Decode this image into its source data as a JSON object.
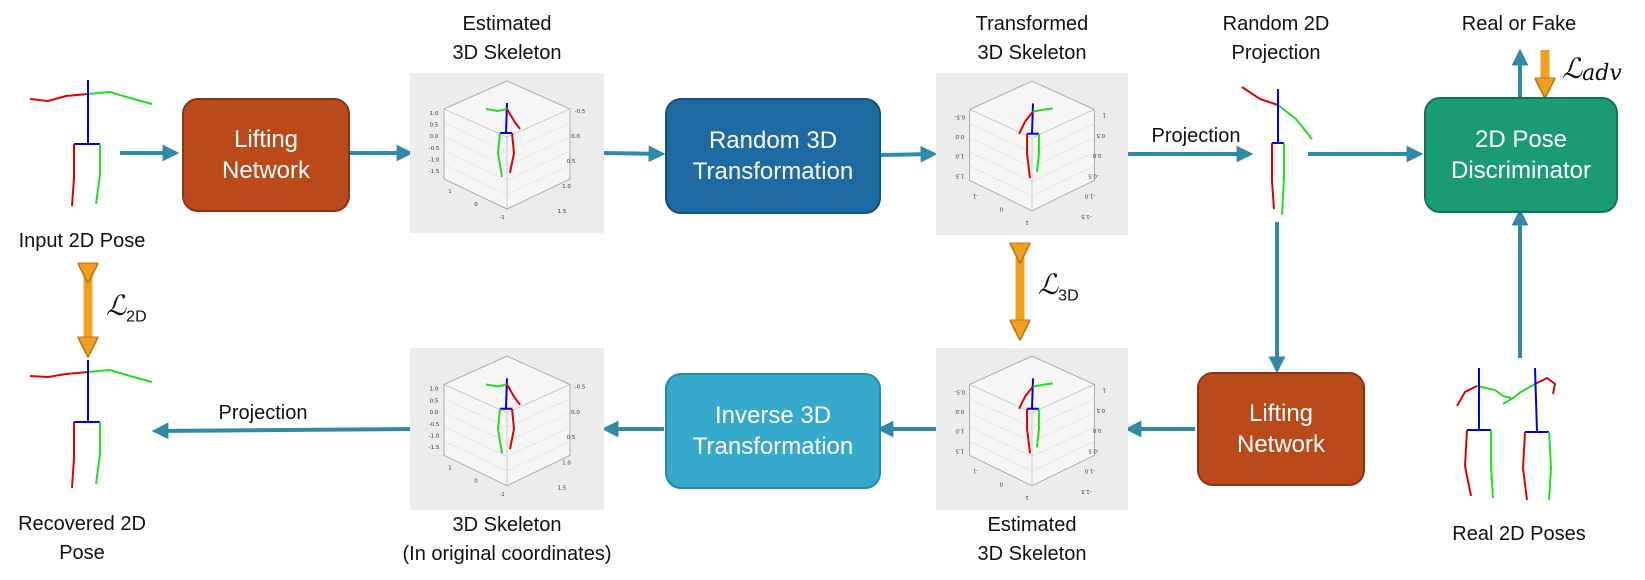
{
  "labels": {
    "input_2d_pose": "Input 2D Pose",
    "recovered_2d_pose": [
      "Recovered 2D",
      "Pose"
    ],
    "estimated_3d_skeleton_top": [
      "Estimated",
      "3D Skeleton"
    ],
    "transformed_3d_skeleton": [
      "Transformed",
      "3D Skeleton"
    ],
    "random_2d_projection": [
      "Random 2D",
      "Projection"
    ],
    "real_or_fake": "Real or Fake",
    "projection_top": "Projection",
    "projection_bottom": "Projection",
    "skeleton_original": [
      "3D Skeleton",
      "(In original coordinates)"
    ],
    "estimated_3d_skeleton_bottom": [
      "Estimated",
      "3D Skeleton"
    ],
    "real_2d_poses": "Real 2D Poses"
  },
  "boxes": {
    "lifting_network_top": [
      "Lifting",
      "Network"
    ],
    "random_3d_transformation": [
      "Random 3D",
      "Transformation"
    ],
    "pose_discriminator": [
      "2D Pose",
      "Discriminator"
    ],
    "inverse_3d_transformation": [
      "Inverse 3D",
      "Transformation"
    ],
    "lifting_network_bottom": [
      "Lifting",
      "Network"
    ]
  },
  "losses": {
    "l2d": {
      "symbol": "ℒ",
      "sub": "2D"
    },
    "l3d": {
      "symbol": "ℒ",
      "sub": "3D"
    },
    "ladv": {
      "symbol": "ℒ",
      "sub": "adv"
    }
  },
  "plot_ticks": {
    "estimated_top": {
      "left": [
        "1.0",
        "0.5",
        "0.0",
        "-0.5",
        "-1.0",
        "-1.5"
      ],
      "bottom": [
        "1",
        "0",
        "-1"
      ],
      "right": [
        "-0.5",
        "0.0",
        "0.5",
        "1.0",
        "1.5"
      ]
    },
    "transformed": {
      "left": [
        "0.5-",
        "0.0",
        "1.0",
        "1.5"
      ],
      "bottom": [
        "-1",
        "0",
        "1"
      ],
      "right": [
        "1",
        "0.5",
        "0.0",
        "-0.5",
        "-1.0",
        "-1.5"
      ]
    },
    "skeleton_original": {
      "left": [
        "1.0",
        "0.5",
        "0.0",
        "-0.5",
        "-1.0",
        "-1.5"
      ],
      "bottom": [
        "1",
        "0",
        "-1"
      ],
      "right": [
        "-0.5",
        "0.0",
        "0.5",
        "1.0",
        "1.5"
      ]
    },
    "estimated_bottom": {
      "left": [
        "0.5-",
        "0.0",
        "1.0",
        "1.5"
      ],
      "bottom": [
        "-1",
        "0",
        "1"
      ],
      "right": [
        "1",
        "0.5",
        "0.0",
        "-0.5",
        "-1.0",
        "-1.5"
      ]
    }
  },
  "colors": {
    "flow_arrow": "#2e8aa8",
    "loss_arrow": "#f0a020",
    "lifting": "#bb4a1b",
    "random_3d": "#1e6aa2",
    "inverse_3d": "#36aacc",
    "discriminator": "#1a9b74",
    "limb_left": "#e00000",
    "limb_right": "#22dd22",
    "torso": "#0000e0"
  },
  "icons": [
    "skeleton-2d-icon",
    "skeleton-3d-plot-icon"
  ]
}
